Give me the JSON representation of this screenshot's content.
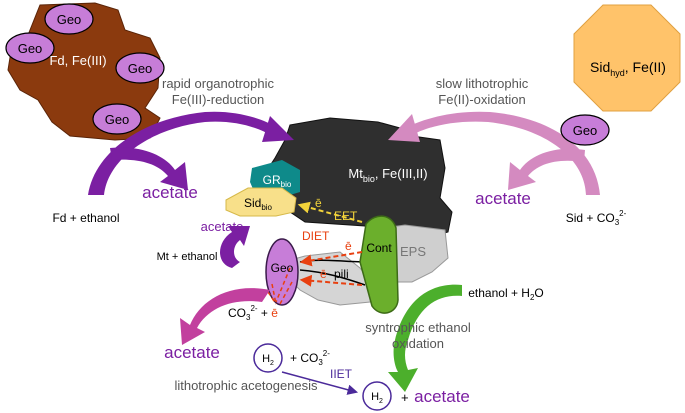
{
  "colors": {
    "dark_orange": "#8B3A0E",
    "purple": "#7B1FA2",
    "geo_fill": "#C77DD8",
    "pink": "#D48AC0",
    "magenta": "#C2409E",
    "green": "#6BAF2C",
    "black_mineral": "#2F2F2F",
    "teal": "#0E8A8A",
    "yellow": "#F8E08A",
    "grey": "#CFCFCF",
    "orange": "#FFC36A",
    "red": "#E84010",
    "dark_purple": "#4B2A9A"
  },
  "labels": {
    "geo": "Geo",
    "fd_fe3": "Fd, Fe(III)",
    "rapid_line1": "rapid organotrophic",
    "rapid_line2": "Fe(III)-reduction",
    "slow_line1": "slow lithotrophic",
    "slow_line2": "Fe(II)-oxidation",
    "sid_main": "Sid",
    "sid_sub": "hyd",
    "sid_tail": ", Fe(II)",
    "mt_main": "Mt",
    "mt_sub": "bio",
    "mt_tail": ", Fe(III,II)",
    "gr_main": "GR",
    "gr_sub": "bio",
    "sidbio_main": "Sid",
    "sidbio_sub": "bio",
    "acetate": "acetate",
    "fd_ethanol": "Fd + ethanol",
    "sid_co3_main": "Sid + CO",
    "sid_co3_sub": "3",
    "sid_co3_sup": "2-",
    "e_bar": "ē",
    "eet": "EET",
    "diet": "DIET",
    "cont": "Cont",
    "eps": "EPS",
    "pili": "pili",
    "mt_ethanol": "Mt + ethanol",
    "ethanol_h2o_main": "ethanol + H",
    "ethanol_h2o_sub": "2",
    "ethanol_h2o_tail": "O",
    "co3_e_main": "CO",
    "co3_e_sub": "3",
    "co3_e_sup": "2-",
    "co3_e_plus": " + ",
    "syntrophic_line1": "syntrophic ethanol",
    "syntrophic_line2": "oxidation",
    "h2_main": "H",
    "h2_sub": "2",
    "plus_co3_main": "+ CO",
    "plus_co3_sub": "3",
    "plus_co3_sup": "2-",
    "iiet": "IIET",
    "plus": "+",
    "lithotrophic_acetogenesis": "lithotrophic acetogenesis"
  }
}
